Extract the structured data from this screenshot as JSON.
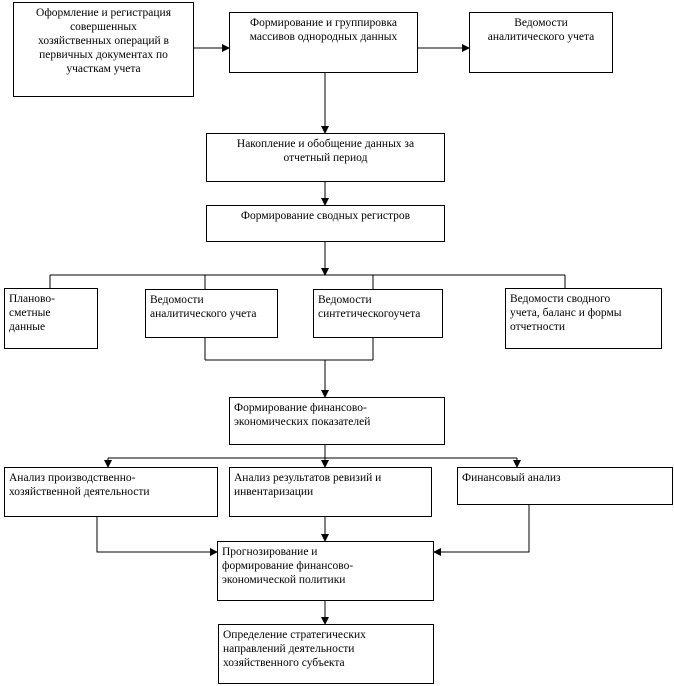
{
  "colors": {
    "line": "#000000",
    "box_border": "#000000",
    "background": "#ffffff"
  },
  "nodes": {
    "registration": "Оформление и регистрация\nсовершенных\nхозяйственных операций в\nпервичных документах по\nучасткам учета",
    "grouping": "Формирование и группировка\nмассивов однородных данных",
    "analytical_ledgers": "Ведомости\nаналитического учета",
    "accumulation": "Накопление и обобщение данных за\nотчетный период",
    "summary_registers": "Формирование сводных регистров",
    "plan_estimates": "Планово-\nсметные\nданные",
    "analytical_ledgers_2": "Ведомости\nаналитического учета",
    "synthetic_ledgers": "Ведомости\nсинтетическогоучета",
    "summary_reports": "Ведомости сводного\nучета, баланс и формы\nотчетности",
    "indicators": "Формирование финансово-\nэкономических показателей",
    "production_analysis": "Анализ производственно-\nхозяйственной деятельности",
    "audit_results": "Анализ результатов ревизий  и\nинвентаризации",
    "financial_analysis": "Финансовый анализ",
    "forecasting": "Прогнозирование и\nформирование финансово-\nэкономической политики",
    "strategy": "Определение стратегических\nнаправлений деятельности\nхозяйственного субъекта"
  }
}
